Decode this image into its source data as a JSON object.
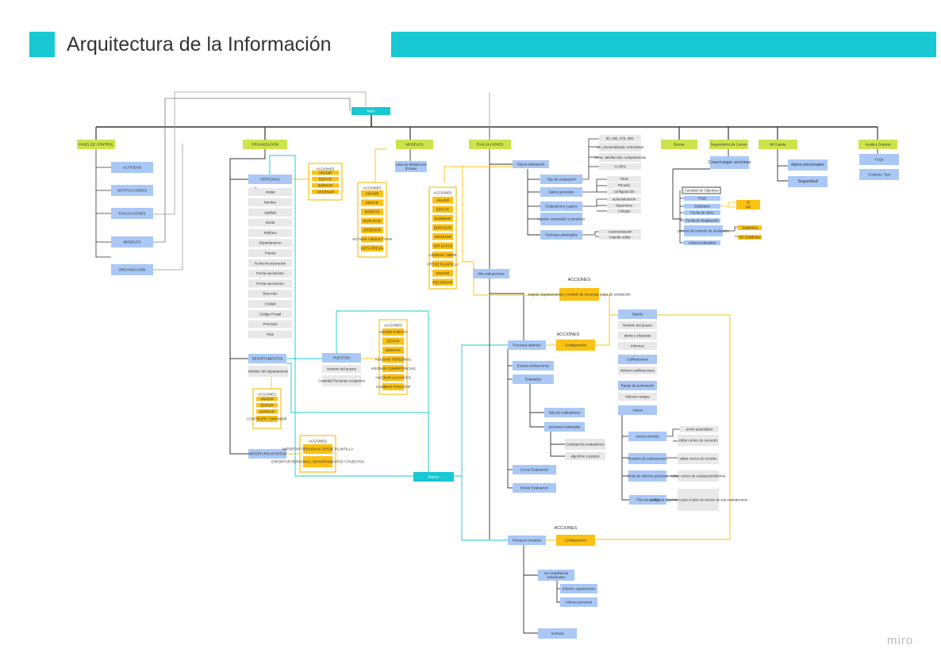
{
  "header": {
    "title": "Arquitectura de la Información",
    "accent_color": "#18c8d2"
  },
  "watermark": "miro",
  "colors": {
    "blue": "#a9c8f6",
    "grey": "#e8e8e8",
    "yellow": "#fbc113",
    "lime": "#cde34b",
    "cyan": "#18c8d2",
    "line": "#333333",
    "cyan_line": "#18c8d2",
    "yellow_line": "#fbc113",
    "text": "#333333"
  },
  "nodes": {
    "root": "Inicio",
    "panel": "PANEL DE CONTROL",
    "organizacion": "ORGANIZACIÓN",
    "modelos": "MODELOS",
    "evaluaciones": "EVALUACIONES",
    "buscar": "Buscar",
    "seguimiento": "Seguimiento de Cursos",
    "mi_cuenta": "Mi Cuenta",
    "ayuda": "Ayuda y Soporte",
    "actividad": "ACTIVIDAD",
    "notificaciones": "NOTIFICACIONES",
    "evaluaciones_p": "EVALUACIONES",
    "modelos_p": "MODELOS",
    "organizacion_p": "ORGANIZACIÓN",
    "personas": "PERSONAS",
    "avatar": "Avatar",
    "p1": "Nombre",
    "p2": "Apellido",
    "p3": "Email",
    "p4": "Teléfono",
    "p5": "Departamento",
    "p6": "Puesto",
    "p7": "Fecha incorporación",
    "p8": "Fecha nacimiento",
    "p9": "Fecha nacimiento",
    "p10": "Dirección",
    "p11": "Ciudad",
    "p12": "Código Postal",
    "p13": "Provincia",
    "p14": "País",
    "acc": "ACCIONES",
    "pa1": "AÑADIR",
    "pa2": "EDITAR",
    "pa3": "BORRAR",
    "pa4": "ORDENAR",
    "departamentos": "DEPARTAMENTOS",
    "dep_nombre": "Nombre del departamento",
    "da1": "AÑADIR",
    "da2": "EDITAR",
    "da3": "BORRAR",
    "da4": "CONTRAER / EXPANDIR",
    "puestos": "PUESTOS",
    "pu1": "Nombre del puesto",
    "pu2": "Cantidad Personas ocupantes",
    "pua1": "AÑADIR PUESTO",
    "pua2": "EDITAR",
    "pua3": "BORRAR",
    "pua4": "ASIGNAR PERSONAS",
    "pua5": "ASIGNAR COMPETENCIAS",
    "pua6": "ASIGNAR ALCANCES",
    "pua7": "CAMBIAR POSICIÓN",
    "importar": "IMPORTAR/EXPORTAR",
    "ia1": "IMPORTAR PERSONAS DESDE PLANTILLA",
    "ia2": "EXPORTAR PERSONAS, DEPARTAMENTOS Y PUESTOS",
    "buscar_org": "Buscar",
    "mod_lista": "Lista de MODELOS",
    "mod_lista2": "(fichas)",
    "ma1": "AÑADIR",
    "ma2": "EDITAR",
    "ma3": "BORRAR",
    "ma4": "DUPLICAR",
    "ma5": "ORDENAR",
    "ma6": "ACTIVAR / DESACTIVAR",
    "ma7": "VISTA PREVIA",
    "ea1": "AÑADIR",
    "ea2": "EDITAR",
    "ea3": "ELIMINAR",
    "ea4": "DUPLICAR",
    "ea5": "ARCHIVAR",
    "ea6": "VER DATOS",
    "ea7": "CERRAR / ABRIR",
    "ea8": "CREAR PLANTILLA",
    "ea9": "ENVIAR",
    "ea10": "RECORDAR",
    "nueva_eval": "Nueva evaluación",
    "tipo_eval": "Tipo de evaluación",
    "datos_gen": "Datos generales",
    "eval_puestos": "Evaluadores y pares",
    "ajustes": "Ajustes avanzados y permisos",
    "permisos": "Permisos avanzados",
    "t1": "90, 180, 270, 360,",
    "t2": "ver, personalizada, entrevistas",
    "t3": "clima, satisfacción, competencias",
    "t4": "% NPS",
    "dg1": "Título",
    "dg2": "Periodo",
    "dg3": "configuración",
    "ep1": "autoevaluación",
    "ep2": "Superiores",
    "ep3": "Colegas",
    "pm1": "Autoevaluación",
    "pm2": "Impedir editar",
    "mis_eval": "Mis evaluaciones",
    "acc_mis": "ACCIONES",
    "mis_acc_btn": "asignar departamentos y modelo de encuesta y tipo de evaluación",
    "proc_abiertos": "Procesos abiertos",
    "configuracion": "Configuración",
    "acc_conf": "ACCIONES",
    "diseno": "Diseño",
    "d1": "Nombre del puesto",
    "d2": "alerta y etiquetas",
    "d3": "Informes",
    "calificaciones": "Calificaciones",
    "numero_calif": "Número calificaciones",
    "rango": "Rango de puntuación",
    "rango2": "Número rangos",
    "avisos": "Avisos",
    "envios": "envíos emisión",
    "av1": "envío automático",
    "av2": "editar correo de recuerdo",
    "revision": "Revisión de evaluaciones",
    "rev1": "editar correo de revisión",
    "modo_inf": "Modo de informe personal",
    "mi1": "editar correo de evaluación/informe",
    "plan": "Plan de acción",
    "plan1": "configurar algoritmo para el plan de acción de sus evaluaciones",
    "estado_eval": "Estado evaluaciones",
    "evaluados": "Evaluados",
    "lista_eval": "lista de evaluadores",
    "pers_evaluados": "personas evaluadas",
    "cant_eval": "Cantidad de evaluadores",
    "algoritmo": "algoritmo y grupos",
    "cerrar": "Cerrar Evaluación",
    "enviar": "Enviar Evaluación",
    "proc_cerrados": "Procesos cerrados",
    "conf_cerr": "Configuración",
    "acc_cerr": "ACCIONES",
    "ver_estadisticas": "ver estadísticas",
    "ver_estadisticas2": "Individuales",
    "informe_org": "informe organización",
    "informe_pers": "informe personal",
    "archivar": "Archivar",
    "seg_btn": "Crear/cargar acciones",
    "seg_list": "Cantidad de Objetivos",
    "sl1": "Título",
    "sl2": "Subtítulos",
    "sl3": "Fecha de inicio",
    "sl4": "Fecha de finalización",
    "sl5": "periodo de revisión de evaluados",
    "sl6": "Avisos evaluados",
    "sy1": "Sí",
    "sy2": "NO",
    "sy3": "Subtítulos",
    "sy4": "Sin Subtítulos",
    "datos_personales": "datos personales",
    "seguridad": "Seguridad",
    "faqs": "FAQs",
    "contacto": "Contacto, Tips"
  }
}
